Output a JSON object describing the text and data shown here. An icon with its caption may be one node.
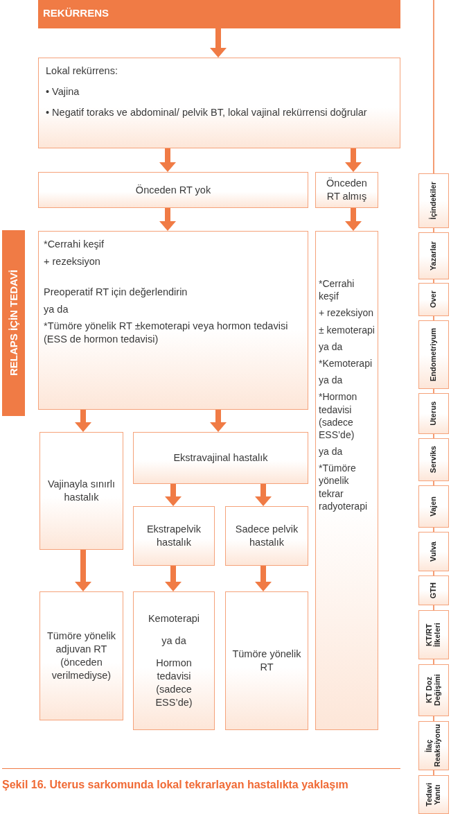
{
  "diagram": {
    "caption": "Şekil 16. Uterus sarkomunda lokal tekrarlayan hastalıkta yaklaşım",
    "nodes": [
      {
        "text": [
          "REKÜRRENS"
        ]
      },
      {
        "text": [
          "Lokal rekürrens:",
          "• Vajina",
          "• Negatif toraks ve abdominal/ pelvik BT, lokal vajinal rekürrensi doğrular"
        ]
      },
      {
        "text": [
          "Önceden RT yok"
        ]
      },
      {
        "text": [
          "Önceden RT almış"
        ]
      },
      {
        "text": [
          "*Cerrahi keşif",
          "+ rezeksiyon",
          "Preoperatif RT için değerlendirin",
          "ya da",
          "*Tümöre yönelik RT ±kemoterapi veya hormon tedavisi (ESS de hormon tedavisi)"
        ]
      },
      {
        "text": [
          "*Cerrahi keşif",
          "+ rezeksiyon",
          "± kemoterapi",
          "ya da",
          "*Kemoterapi",
          "ya da",
          "*Hormon tedavisi (sadece ESS’de)",
          "ya da",
          "*Tümöre yönelik tekrar radyoterapi"
        ]
      },
      {
        "text": [
          "Vajinayla sınırlı hastalık"
        ]
      },
      {
        "text": [
          "Ekstravajinal hastalık"
        ]
      },
      {
        "text": [
          "Ekstrapelvik hastalık"
        ]
      },
      {
        "text": [
          "Sadece pelvik hastalık"
        ]
      },
      {
        "text": [
          "Tümöre yönelik adjuvan RT (önceden verilmediyse)"
        ]
      },
      {
        "text": [
          "Kemoterapi",
          "ya da",
          "Hormon tedavisi (sadece ESS’de)"
        ]
      },
      {
        "text": [
          "Tümöre yönelik RT"
        ]
      },
      {
        "text": [
          "RELAPS İÇİN TEDAVİ"
        ]
      },
      {
        "text": [
          "İçindekiler"
        ]
      },
      {
        "text": [
          "Yazarlar"
        ]
      },
      {
        "text": [
          "Over"
        ]
      },
      {
        "text": [
          "Endometriyum"
        ]
      },
      {
        "text": [
          "Uterus"
        ]
      },
      {
        "text": [
          "Serviks"
        ]
      },
      {
        "text": [
          "Vajen"
        ]
      },
      {
        "text": [
          "Vulva"
        ]
      },
      {
        "text": [
          "GTH"
        ]
      },
      {
        "text": [
          "KT/RT İlkeleri"
        ]
      },
      {
        "text": [
          "KT Doz Değişimi"
        ]
      },
      {
        "text": [
          "İlaç Reaksiyonu"
        ]
      },
      {
        "text": [
          "Tedavi Yanıtı"
        ]
      }
    ],
    "edges": [
      {
        "from": 0,
        "to": 1,
        "arrow": "to",
        "style": "thick"
      },
      {
        "from": 1,
        "to": 2,
        "arrow": "to",
        "style": "thick"
      },
      {
        "from": 1,
        "to": 3,
        "arrow": "to",
        "style": "thick"
      },
      {
        "from": 2,
        "to": 4,
        "arrow": "to",
        "style": "thick"
      },
      {
        "from": 3,
        "to": 5,
        "arrow": "to",
        "style": "thick"
      },
      {
        "from": 4,
        "to": 6,
        "arrow": "to",
        "style": "thick"
      },
      {
        "from": 4,
        "to": 7,
        "arrow": "to",
        "style": "thick"
      },
      {
        "from": 7,
        "to": 8,
        "arrow": "to",
        "style": "thick"
      },
      {
        "from": 7,
        "to": 9,
        "arrow": "to",
        "style": "thick"
      },
      {
        "from": 6,
        "to": 10,
        "arrow": "to",
        "style": "thick"
      },
      {
        "from": 8,
        "to": 11,
        "arrow": "to",
        "style": "thick"
      },
      {
        "from": 9,
        "to": 12,
        "arrow": "to",
        "style": "thick"
      },
      {
        "from": null,
        "to": 14,
        "arrow": "none"
      },
      {
        "from": 14,
        "to": 15,
        "arrow": "none"
      },
      {
        "from": 15,
        "to": 16,
        "arrow": "none"
      },
      {
        "from": 16,
        "to": 17,
        "arrow": "none"
      },
      {
        "from": 17,
        "to": 18,
        "arrow": "none"
      },
      {
        "from": 18,
        "to": 19,
        "arrow": "none"
      },
      {
        "from": 19,
        "to": 20,
        "arrow": "none"
      },
      {
        "from": 20,
        "to": 21,
        "arrow": "none"
      },
      {
        "from": 21,
        "to": 22,
        "arrow": "none"
      },
      {
        "from": 22,
        "to": 23,
        "arrow": "none"
      },
      {
        "from": 23,
        "to": 24,
        "arrow": "none"
      },
      {
        "from": 24,
        "to": 25,
        "arrow": "none"
      },
      {
        "from": 25,
        "to": 26,
        "arrow": "none"
      }
    ]
  }
}
